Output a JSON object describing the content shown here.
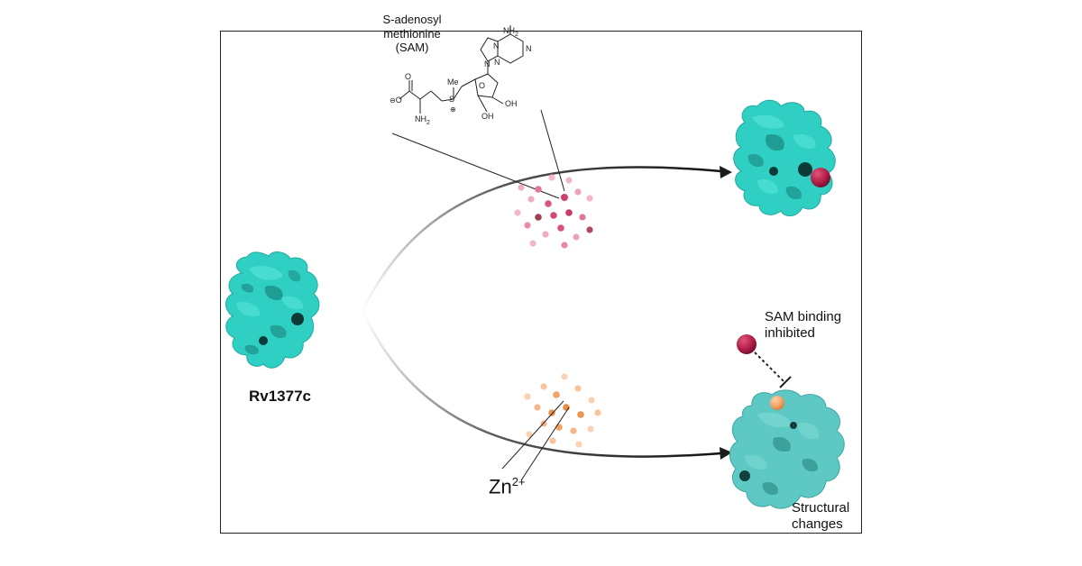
{
  "labels": {
    "sam_line1": "S-adenosyl",
    "sam_line2": "methionine",
    "sam_line3": "(SAM)",
    "protein_name": "Rv1377c",
    "zn_base": "Zn",
    "zn_charge": "2+",
    "inhibited_line1": "SAM binding",
    "inhibited_line2": "inhibited",
    "structural_line1": "Structural",
    "structural_line2": "changes"
  },
  "molecule": {
    "nh2_top_base": "NH",
    "nh2_top_sub": "2",
    "n1": "N",
    "n2": "N",
    "n3": "N",
    "n4": "N",
    "ring_o": "O",
    "me": "Me",
    "s": "S",
    "carbonyl_o": "O",
    "ominus": "O",
    "nh2_bottom_base": "NH",
    "nh2_bottom_sub": "2",
    "oh1": "OH",
    "oh2": "OH"
  },
  "colors": {
    "protein": "#33d6cc",
    "protein_altered": "#5ec9c4",
    "sam_ball": "#b21e48",
    "zinc_ball": "#f4a46a",
    "pink_dots": "#e07895",
    "orange_dots": "#f2a262",
    "arrow": "#1b1b1b"
  }
}
